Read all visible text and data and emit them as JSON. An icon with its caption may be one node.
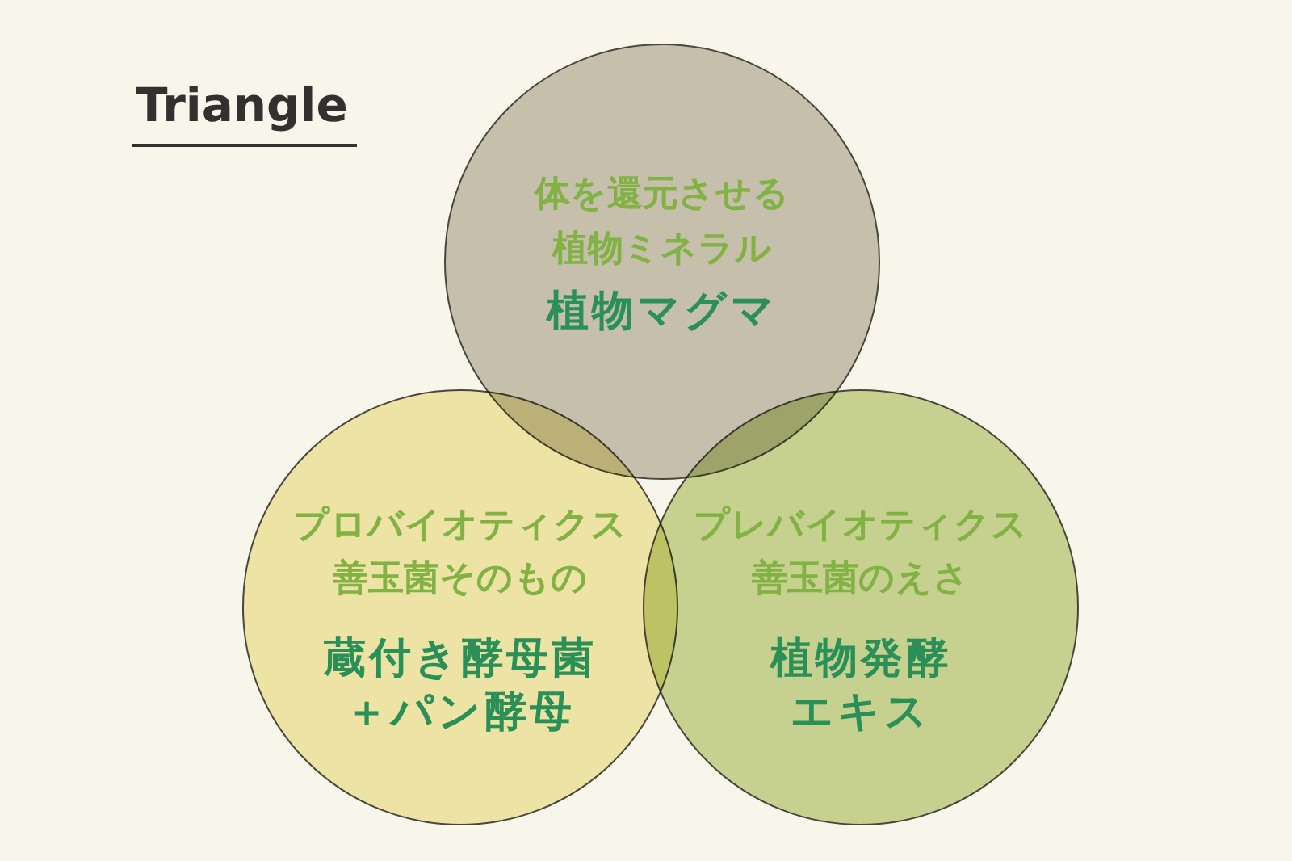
{
  "diagram": {
    "title": "Triangle",
    "nodes": [
      {
        "text": [
          "体を還元させる植物ミネラル",
          "植物マグマ"
        ]
      },
      {
        "text": [
          "プロバイオティクス善玉菌そのもの",
          "蔵付き酵母菌＋パン酵母"
        ]
      },
      {
        "text": [
          "プレバイオティクス善玉菌のえさ",
          "植物発酵エキス"
        ]
      }
    ]
  }
}
